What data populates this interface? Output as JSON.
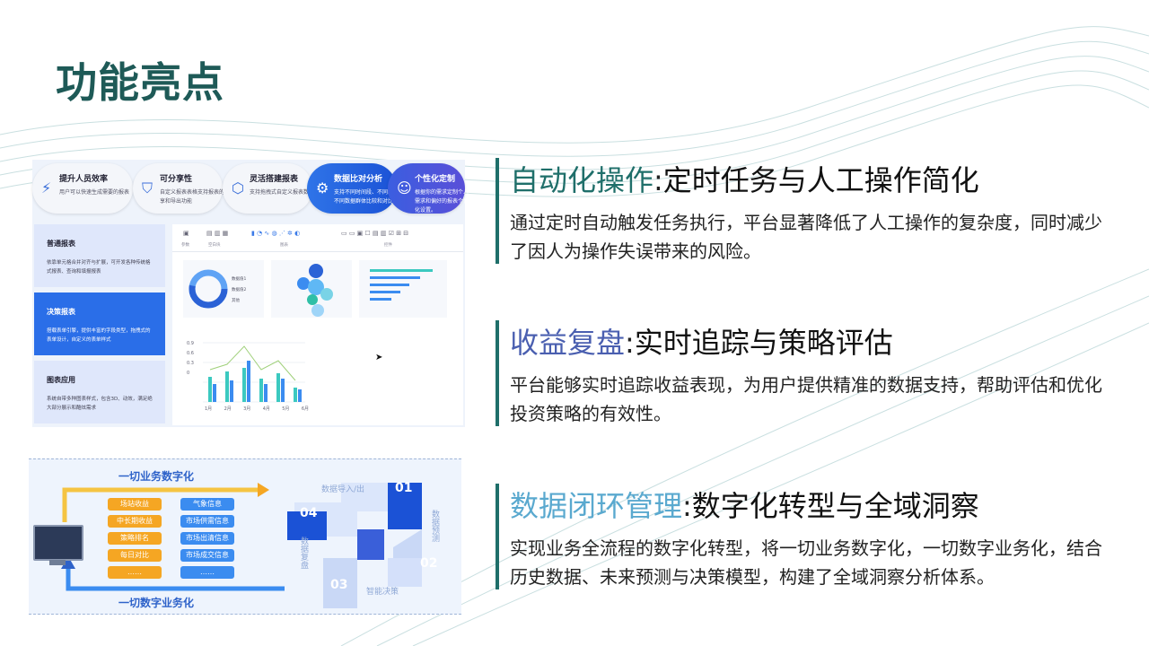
{
  "page": {
    "title": "功能亮点"
  },
  "features": [
    {
      "highlight": "自动化操作",
      "colon": ":",
      "subtitle": "定时任务与人工操作简化",
      "body": "通过定时自动触发任务执行，平台显著降低了人工操作的复杂度，同时减少了因人为操作失误带来的风险。",
      "color": "#1f6f6a"
    },
    {
      "highlight": "收益复盘",
      "colon": ":",
      "subtitle": "实时追踪与策略评估",
      "body": "平台能够实时追踪收益表现，为用户提供精准的数据支持，帮助评估和优化投资策略的有效性。",
      "color": "#4a5fb0"
    },
    {
      "highlight": "数据闭环管理",
      "colon": ":",
      "subtitle": "数字化转型与全域洞察",
      "body": "实现业务全流程的数字化转型，将一切业务数字化，一切数字业务化，结合历史数据、未来预测与决策模型，构建了全域洞察分析体系。",
      "color": "#5aa9cf"
    }
  ],
  "shot1": {
    "topcards": [
      {
        "icon": "lightning-icon",
        "title": "提升人员效率",
        "desc": "用户可以快速生成需要的报表"
      },
      {
        "icon": "shield-icon",
        "title": "可分享性",
        "desc": "自定义报表表格支持报表的分享和导出功能"
      },
      {
        "icon": "cube-icon",
        "title": "灵活搭建报表",
        "desc": "支持拖拽式自定义报表数据"
      },
      {
        "icon": "sliders-icon",
        "title": "数据比对分析",
        "desc": "支持不同时间段、不同维度或不同数据群体比较和对比"
      },
      {
        "icon": "users-icon",
        "title": "个性化定制",
        "desc": "根据你的需求定制个人需求和偏好的报表个性化设置。"
      }
    ],
    "left_items": [
      {
        "title": "普通报表",
        "desc": "依靠单元格合并对齐与扩展，可开发各种传统格式报表、查询和填报报表"
      },
      {
        "title": "决策报表",
        "desc": "搭载表单引擎，提供丰富的字段类型，拖拽式的表单设计，自定义的表单样式"
      },
      {
        "title": "图表应用",
        "desc": "系统自带多种图表样式，包含3D、动效，满足绝大部分展示和酷炫需求"
      }
    ],
    "toolbar_labels": [
      "参数",
      "空白块",
      "图表",
      "控件"
    ],
    "legend": [
      "数据值1",
      "数据值2",
      "其他"
    ],
    "chart_months": [
      "1月",
      "2月",
      "3月",
      "4月",
      "5月",
      "6月"
    ],
    "chart_ticks": [
      "0.9",
      "0.6",
      "0.3",
      "0"
    ]
  },
  "shot2": {
    "label_top": "一切业务数字化",
    "label_bottom": "一切数字业务化",
    "orange_pills": [
      "场站收益",
      "中长期收益",
      "策略排名",
      "每日对比",
      "……"
    ],
    "blue_pills": [
      "气象信息",
      "市场供需信息",
      "市场出清信息",
      "市场成交信息",
      "……"
    ],
    "quadrants": [
      {
        "num": "01",
        "label": "数据导入/出"
      },
      {
        "num": "02",
        "label": "数据预测"
      },
      {
        "num": "03",
        "label": "智能决策"
      },
      {
        "num": "04",
        "label": "数据复盘"
      }
    ]
  },
  "colors": {
    "title": "#1e5a57",
    "accent_bar": "#1f6f6a",
    "blue": "#2a6ee8",
    "orange": "#f5a623"
  }
}
